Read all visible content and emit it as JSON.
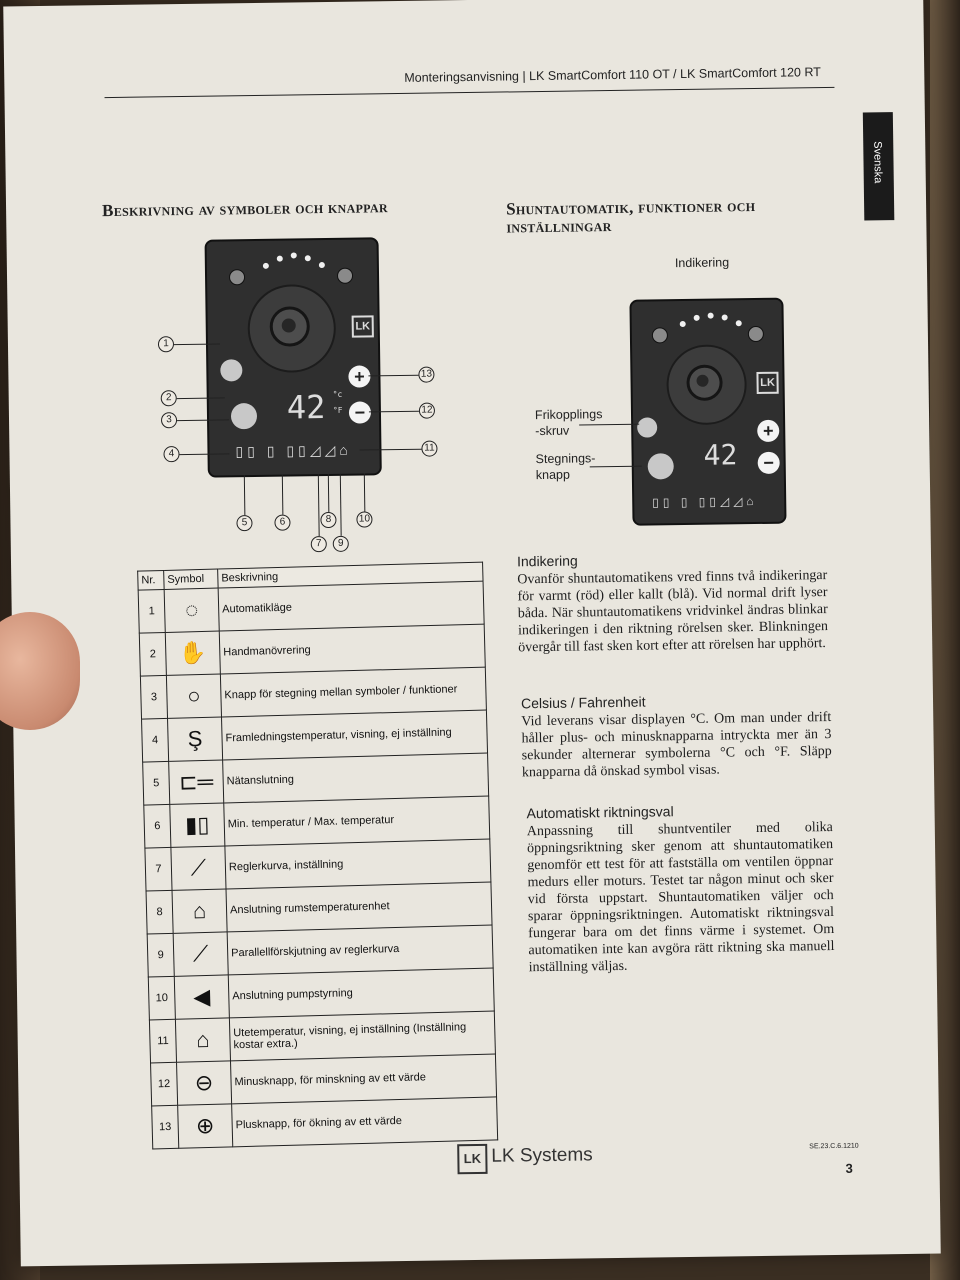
{
  "header": {
    "running_title": "Monteringsanvisning | LK SmartComfort 110 OT / LK SmartComfort 120 RT"
  },
  "language_tab": "Svenska",
  "left": {
    "title": "Beskrivning av symboler och knappar",
    "device": {
      "display": "42",
      "unit_c": "°c",
      "unit_f": "°F",
      "plus": "+",
      "minus": "−",
      "logo": "LK",
      "symbols": "▯▯ ▯ ▯▯◿◿⌂"
    },
    "callouts": [
      "1",
      "2",
      "3",
      "4",
      "5",
      "6",
      "7",
      "8",
      "9",
      "10",
      "11",
      "12",
      "13"
    ]
  },
  "table": {
    "headers": [
      "Nr.",
      "Symbol",
      "Beskrivning"
    ],
    "rows": [
      {
        "nr": "1",
        "icon": "automatic-mode-icon",
        "glyph": "◌",
        "desc": "Automatikläge"
      },
      {
        "nr": "2",
        "icon": "hand-icon",
        "glyph": "✋",
        "desc": "Handmanövrering"
      },
      {
        "nr": "3",
        "icon": "step-button-icon",
        "glyph": "○",
        "desc": "Knapp för stegning mellan symboler / funktioner"
      },
      {
        "nr": "4",
        "icon": "flow-temperature-icon",
        "glyph": "Ş",
        "desc": "Framledningstemperatur, visning, ej inställning"
      },
      {
        "nr": "5",
        "icon": "mains-connection-icon",
        "glyph": "⊏═",
        "desc": "Nätanslutning"
      },
      {
        "nr": "6",
        "icon": "min-max-temperature-icon",
        "glyph": "▮▯",
        "desc": "Min. temperatur / Max. temperatur"
      },
      {
        "nr": "7",
        "icon": "control-curve-icon",
        "glyph": "⟋",
        "desc": "Reglerkurva, inställning"
      },
      {
        "nr": "8",
        "icon": "room-sensor-icon",
        "glyph": "⌂",
        "desc": "Anslutning rumstemperaturenhet"
      },
      {
        "nr": "9",
        "icon": "parallel-shift-icon",
        "glyph": "⟋",
        "desc": "Parallellförskjutning av reglerkurva"
      },
      {
        "nr": "10",
        "icon": "pump-control-icon",
        "glyph": "◀",
        "desc": "Anslutning pumpstyrning"
      },
      {
        "nr": "11",
        "icon": "outdoor-temperature-icon",
        "glyph": "⌂",
        "desc": "Utetemperatur, visning, ej inställning (Inställning kostar extra.)"
      },
      {
        "nr": "12",
        "icon": "minus-button-icon",
        "glyph": "⊖",
        "desc": "Minusknapp, för minskning av ett värde"
      },
      {
        "nr": "13",
        "icon": "plus-button-icon",
        "glyph": "⊕",
        "desc": "Plusknapp, för ökning av ett värde"
      }
    ]
  },
  "right": {
    "title_line1": "Shuntautomatik, funktioner och",
    "title_line2": "inställningar",
    "labels": {
      "indikering": "Indikering",
      "frikoppling1": "Frikopplings",
      "frikoppling2": "-skruv",
      "stegning1": "Stegnings-",
      "stegning2": "knapp"
    },
    "sections": [
      {
        "title": "Indikering",
        "text": "Ovanför shuntautomatikens vred finns två indikeringar för varmt (röd) eller kallt (blå). Vid normal drift lyser båda. När shuntautomatikens vridvinkel ändras blinkar indikeringen i den riktning rörelsen sker. Blinkningen övergår till fast sken kort efter att rörelsen har upphört."
      },
      {
        "title": "Celsius / Fahrenheit",
        "text": "Vid leverans visar displayen °C. Om man under drift håller plus- och minusknapparna intryckta mer än 3 sekunder alternerar symbolerna °C och °F. Släpp knapparna då önskad symbol visas."
      },
      {
        "title": "Automatiskt riktningsval",
        "text": "Anpassning till shuntventiler med olika öppningsriktning sker genom att shuntautomatiken genomför ett test för att fastställa om ventilen öppnar medurs eller moturs. Testet tar någon minut och sker vid första uppstart. Shuntautomatiken väljer och sparar öppningsriktningen. Automatiskt riktningsval fungerar bara om det finns värme i systemet. Om automatiken inte kan avgöra rätt riktning ska manuell inställning väljas."
      }
    ]
  },
  "footer": {
    "logo": "LK",
    "brand": "LK Systems",
    "code": "SE.23.C.6.1210",
    "page": "3"
  }
}
